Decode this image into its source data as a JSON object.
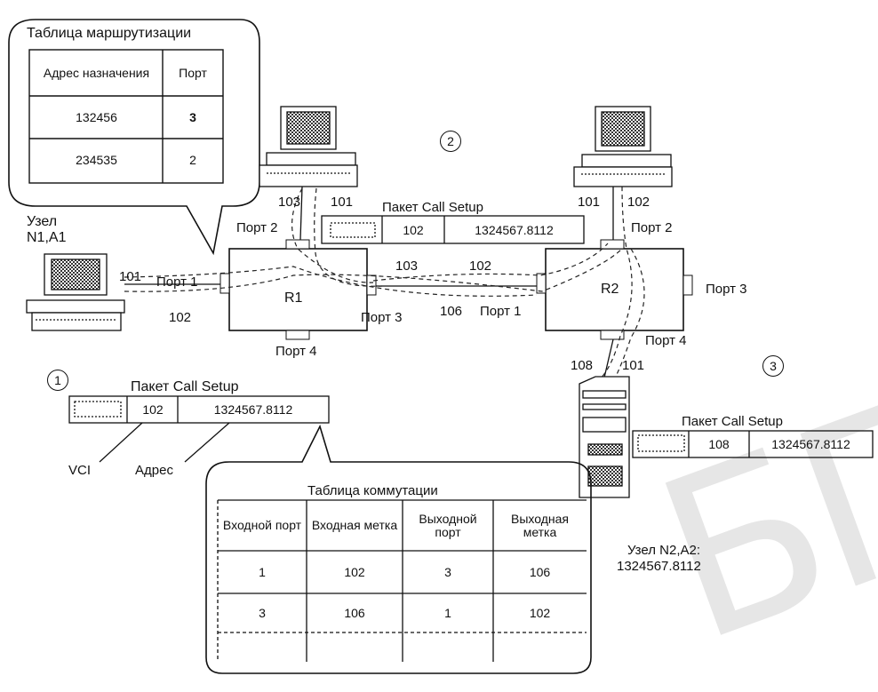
{
  "watermark": "БГУ",
  "routing_table": {
    "title": "Таблица маршрутизации",
    "headers": [
      "Адрес назначения",
      "Порт"
    ],
    "rows": [
      [
        "132456",
        "3"
      ],
      [
        "234535",
        "2"
      ]
    ]
  },
  "nodes": {
    "n1_line1": "Узел",
    "n1_line2": "N1,A1",
    "n2_line1": "Узел N2,A2:",
    "n2_line2": "1324567.8112",
    "r1": "R1",
    "r2": "R2"
  },
  "ports": {
    "r1_p1": "Порт 1",
    "r1_p2": "Порт 2",
    "r1_p3": "Порт 3",
    "r1_p4": "Порт 4",
    "r2_p1": "Порт 1",
    "r2_p2": "Порт 2",
    "r2_p3": "Порт 3",
    "r2_p4": "Порт 4"
  },
  "vci_labels": {
    "n1_101": "101",
    "n1_102": "102",
    "pc1_103": "103",
    "pc1_101": "101",
    "mid_103": "103",
    "mid_102": "102",
    "mid_106": "106",
    "pc2_101": "101",
    "pc2_102": "102",
    "srv_108": "108",
    "srv_101": "101"
  },
  "step_markers": [
    "1",
    "2",
    "3"
  ],
  "packets": {
    "top": {
      "title": "Пакет Call Setup",
      "vci": "102",
      "address": "1324567.8112"
    },
    "left": {
      "title": "Пакет Call Setup",
      "vci": "102",
      "address": "1324567.8112"
    },
    "right": {
      "title": "Пакет Call Setup",
      "vci": "108",
      "address": "1324567.8112"
    }
  },
  "legend": {
    "vci": "VCI",
    "address": "Адрес"
  },
  "switch_table": {
    "title": "Таблица коммутации",
    "headers": [
      "Входной порт",
      "Входная метка",
      "Выходной порт",
      "Выходная метка"
    ],
    "rows": [
      [
        "1",
        "102",
        "3",
        "106"
      ],
      [
        "3",
        "106",
        "1",
        "102"
      ]
    ]
  }
}
